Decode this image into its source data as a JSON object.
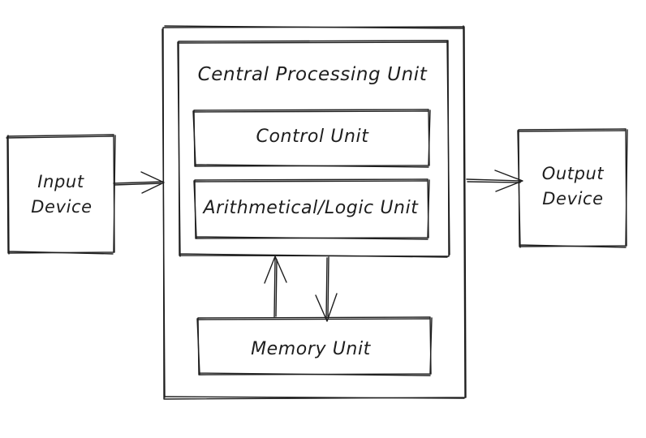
{
  "diagram": {
    "input_device": {
      "line1": "Input",
      "line2": "Device"
    },
    "output_device": {
      "line1": "Output",
      "line2": "Device"
    },
    "system_unit": {
      "cpu": {
        "title": "Central Processing Unit",
        "control_unit": "Control Unit",
        "alu": "Arithmetical/Logic Unit"
      },
      "memory_unit": "Memory Unit"
    },
    "stroke_color": "#1e1e1e",
    "background_color": "#ffffff"
  }
}
